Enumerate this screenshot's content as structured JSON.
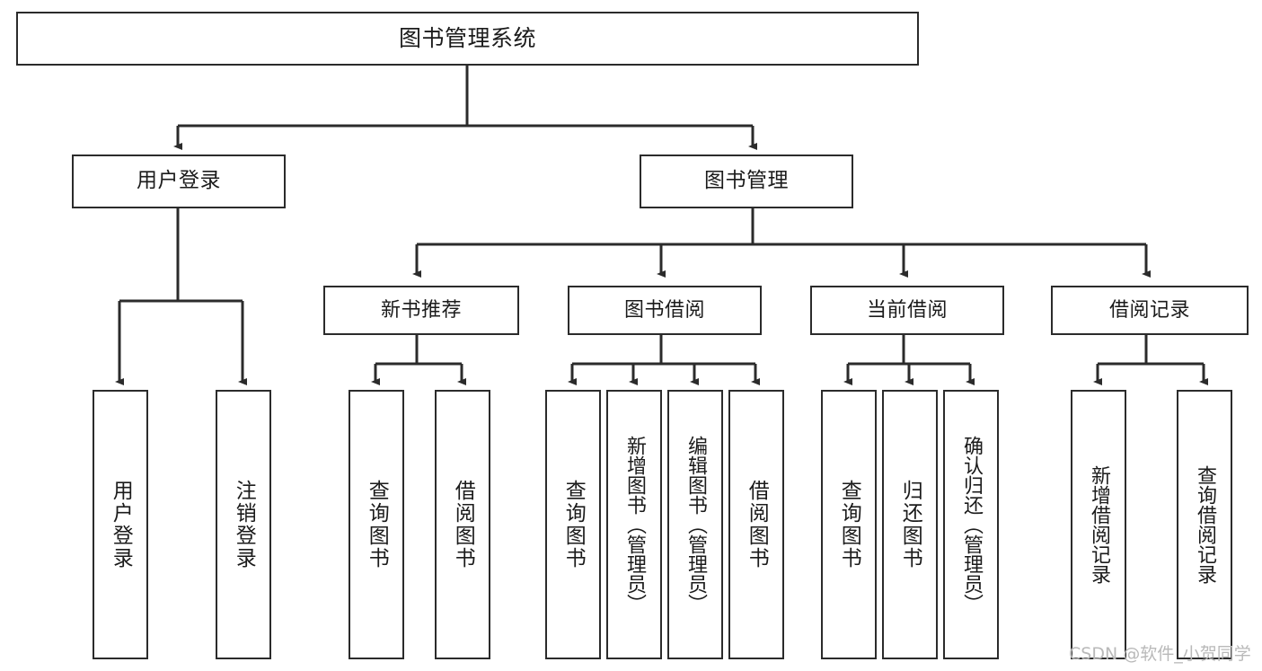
{
  "diagram": {
    "kind": "tree-hierarchy-chart",
    "title": "图书管理系统",
    "colors": {
      "box_border": "#2b2b2b",
      "box_fill": "#ffffff",
      "connector": "#2b2b2b",
      "text": "#1b1b1b",
      "watermark": "#b9b9b9",
      "background": "#ffffff"
    },
    "root": {
      "label": "图书管理系统"
    },
    "level2": [
      {
        "label": "用户登录"
      },
      {
        "label": "图书管理"
      }
    ],
    "level3": [
      {
        "label": "新书推荐"
      },
      {
        "label": "图书借阅"
      },
      {
        "label": "当前借阅"
      },
      {
        "label": "借阅记录"
      }
    ],
    "leaves": {
      "user_login": [
        {
          "label": "用户登录"
        },
        {
          "label": "注销登录"
        }
      ],
      "new_book_recommend": [
        {
          "label": "查询图书"
        },
        {
          "label": "借阅图书"
        }
      ],
      "book_borrow": [
        {
          "label": "查询图书"
        },
        {
          "label": "新增图书（管理员）"
        },
        {
          "label": "编辑图书（管理员）"
        },
        {
          "label": "借阅图书"
        }
      ],
      "current_borrow": [
        {
          "label": "查询图书"
        },
        {
          "label": "归还图书"
        },
        {
          "label": "确认归还（管理员）"
        }
      ],
      "borrow_record": [
        {
          "label": "新增借阅记录"
        },
        {
          "label": "查询借阅记录"
        }
      ]
    },
    "watermark": "CSDN @软件_小贺同学"
  }
}
